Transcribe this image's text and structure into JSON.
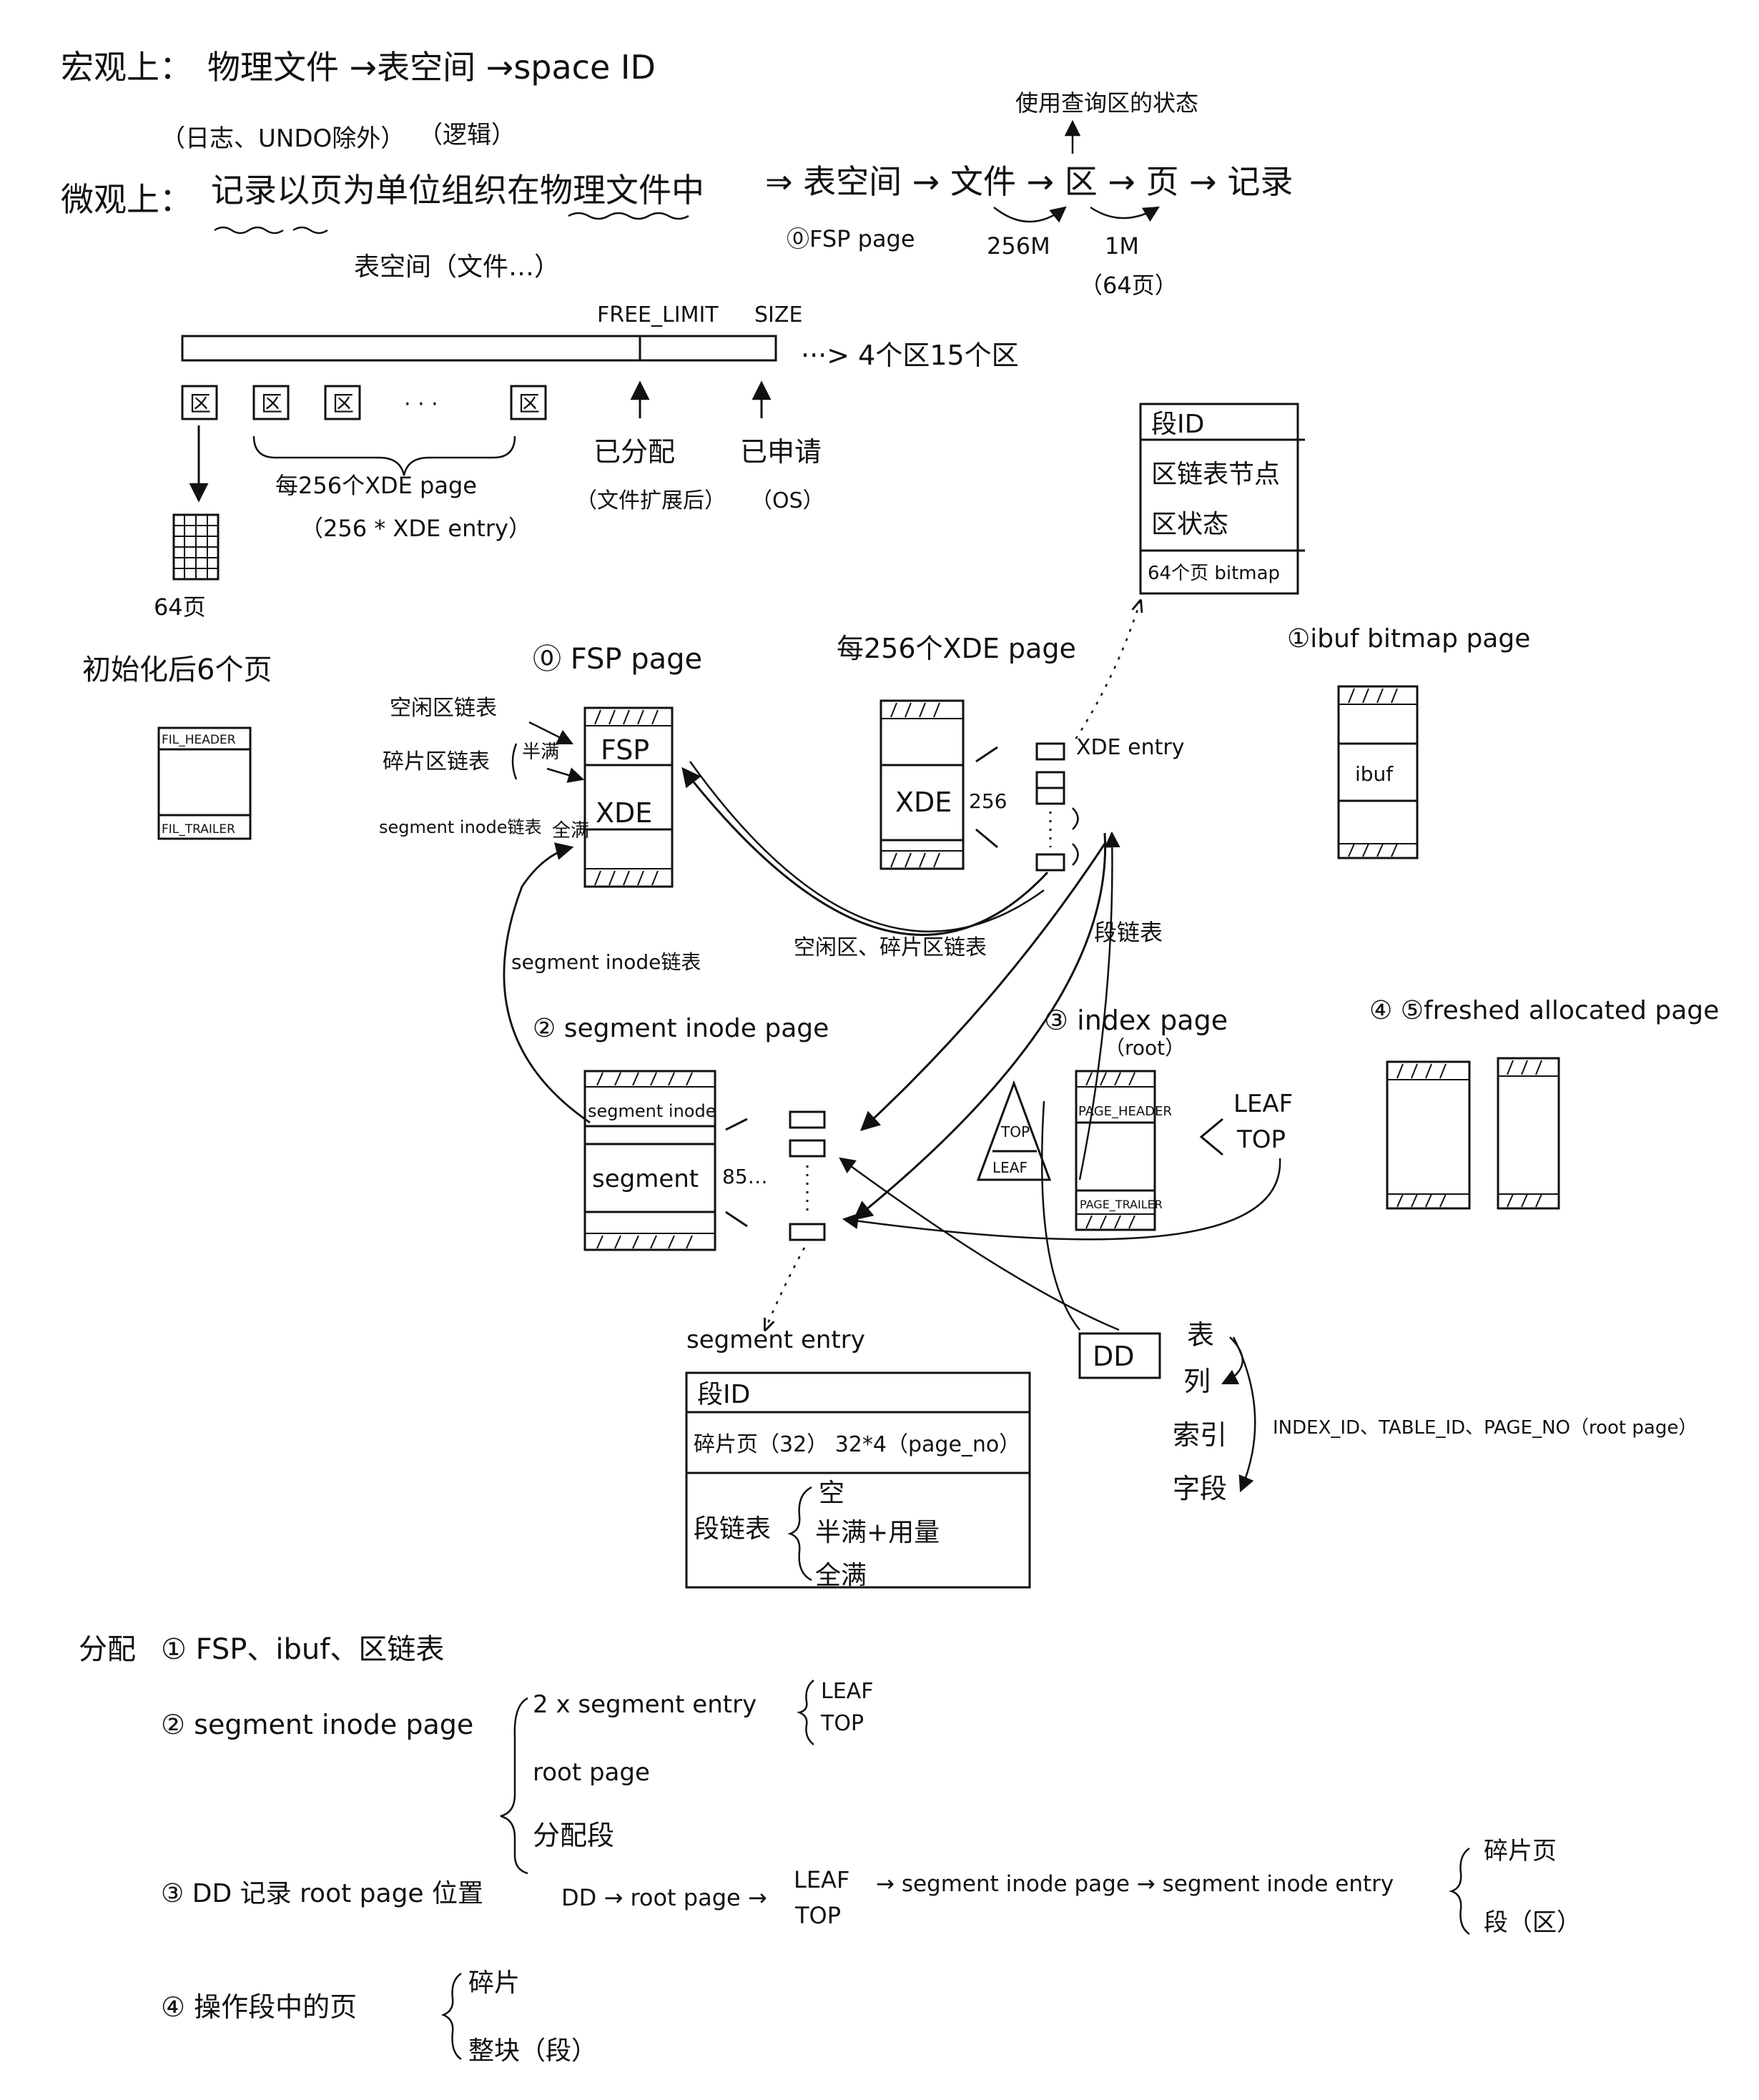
{
  "header": {
    "macro_label": "宏观上：",
    "macro_chain": "物理文件 →表空间 →space ID",
    "macro_note": "（日志、UNDO除外）",
    "macro_note2": "（逻辑）",
    "micro_label": "微观上：",
    "micro_chain": "记录以页为单位组织在物理文件中",
    "micro_chain2": "⇒ 表空间 → 文件 → 区 → 页 → 记录",
    "micro_sub": "表空间（文件…）",
    "extent_usage": "使用查询区的状态",
    "fsp_page_label": "⓪FSP page",
    "size_256m": "256M",
    "size_1m": "1M",
    "pages_64": "（64页）"
  },
  "space_bar": {
    "free_limit": "FREE_LIMIT",
    "size": "SIZE",
    "extent_glyph": "区",
    "ellipsis": "· · ·",
    "tail_note": "···> 4个区15个区",
    "xde_every": "每256个XDE page",
    "xde_entry": "（256 * XDE entry）",
    "allocated": "已分配",
    "allocated_note": "（文件扩展后）",
    "requested": "已申请",
    "requested_note": "（OS）",
    "pages64": "64页"
  },
  "xde_entry_box": {
    "rows": [
      "段ID",
      "区链表节点",
      "区状态",
      "64个页 bitmap"
    ]
  },
  "pages": {
    "init_label": "初始化后6个页",
    "fil_header": "FIL_HEADER",
    "fil_trailer": "FIL_TRAILER",
    "fsp_title": "⓪ FSP  page",
    "fsp_text": "FSP",
    "xde_text": "XDE",
    "free_list": "空闲区链表",
    "frag_list": "碎片区链表",
    "half_full": "半满",
    "full": "全满",
    "seg_inode_list": "segment inode链表",
    "xde_page_title": "每256个XDE page",
    "xde_entry_label": "XDE entry",
    "count_256": "256",
    "ibuf_title": "①ibuf bitmap page",
    "ibuf_text": "ibuf",
    "free_frag_list": "空闲区、碎片区链表",
    "seg_list": "段链表",
    "seg_inode_list2": "segment inode链表",
    "seg_inode_title": "② segment inode page",
    "seg_inode_text": "segment inode",
    "segment_text": "segment",
    "count_85": "85…",
    "index_title": "③ index page",
    "root": "（root）",
    "page_header": "PAGE_HEADER",
    "page_trailer": "PAGE_TRAILER",
    "top": "TOP",
    "leaf": "LEAF",
    "leaf_top_leaf": "LEAF",
    "leaf_top_top": "TOP",
    "fresh_title": "④ ⑤freshed allocated page"
  },
  "dd": {
    "label": "DD",
    "items": [
      "表",
      "列",
      "索引",
      "字段"
    ],
    "note": "INDEX_ID、TABLE_ID、PAGE_NO（root page）"
  },
  "segment_entry": {
    "title": "segment entry",
    "row1": "段ID",
    "row2": "碎片页（32）  32*4（page_no）",
    "row3_label": "段链表",
    "row3_items": [
      "空",
      "半满+用量",
      "全满"
    ]
  },
  "summary": {
    "alloc_label": "分配",
    "item1": "① FSP、ibuf、区链表",
    "item2_label": "② segment inode page",
    "item2_a": "2 x segment entry",
    "item2_a_sub": [
      "LEAF",
      "TOP"
    ],
    "item2_b": "root page",
    "item2_c": "分配段",
    "item3_label": "③ DD 记录 root page 位置",
    "item3_chain": "DD → root page →",
    "item3_sub": [
      "LEAF",
      "TOP"
    ],
    "item3_chain2": "→ segment inode page → segment inode entry",
    "item3_sub2": [
      "碎片页",
      "段（区）"
    ],
    "item4_label": "④ 操作段中的页",
    "item4_sub": [
      "碎片",
      "整块（段）"
    ]
  }
}
